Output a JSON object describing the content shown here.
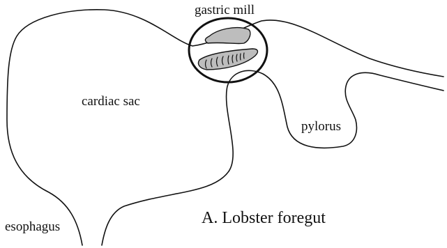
{
  "labels": {
    "gastric_mill": "gastric mill",
    "cardiac_sac": "cardiac sac",
    "pylorus": "pylorus",
    "esophagus": "esophagus",
    "caption": "A. Lobster foregut"
  },
  "colors": {
    "outline": "#111111",
    "tooth_fill": "#bdbdbd",
    "background": "#ffffff"
  }
}
